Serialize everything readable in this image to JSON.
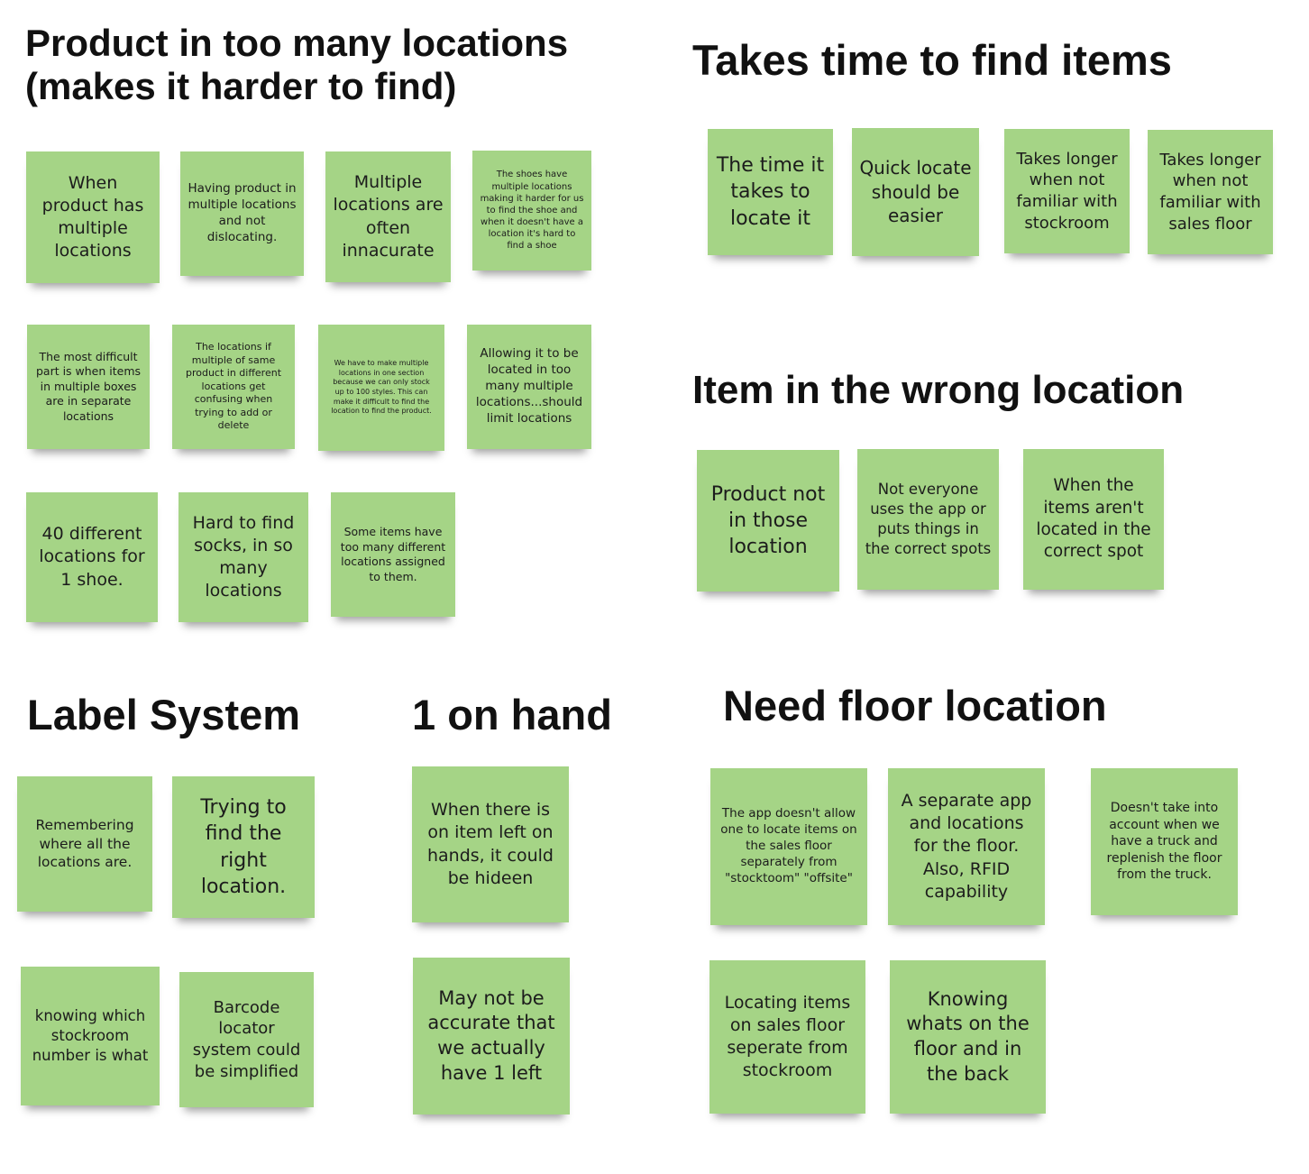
{
  "groups": [
    {
      "title": "Product in too many locations\n(makes it harder to find)",
      "notes": [
        "When product has multiple locations",
        "Having product in multiple locations and not dislocating.",
        "Multiple locations are often innacurate",
        "The shoes have multiple locations making it harder for us to find the shoe and when it doesn't have a location it's hard to find a shoe",
        "The most difficult part is when items in multiple boxes are in separate locations",
        "The locations if multiple of same product in different locations get confusing when trying to add or delete",
        "We have to make multiple locations in one section because we can only stock up to 100 styles. This can make it difficult to find the location to find the product.",
        "Allowing it to be located in too many multiple locations...should limit locations",
        "40 different locations for 1 shoe.",
        "Hard to find socks, in so many locations",
        "Some items have too many different locations assigned to them."
      ]
    },
    {
      "title": "Takes time to find items",
      "notes": [
        "The time it takes to locate it",
        "Quick locate should be easier",
        "Takes longer when not familiar with stockroom",
        "Takes longer when not familiar with sales floor"
      ]
    },
    {
      "title": "Item in the wrong location",
      "notes": [
        "Product not in those location",
        "Not everyone uses the app or puts things in the correct spots",
        "When the items aren't located in the correct spot"
      ]
    },
    {
      "title": "Label System",
      "notes": [
        "Remembering where all the locations are.",
        "Trying to find the right location.",
        "knowing which stockroom number is what",
        "Barcode locator system could be simplified"
      ]
    },
    {
      "title": "1 on hand",
      "notes": [
        "When there is on item left on hands, it could be hideen",
        "May not be accurate that we actually have 1 left"
      ]
    },
    {
      "title": "Need floor location",
      "notes": [
        "The app doesn't allow one to locate items on the sales floor separately from \"stocktoom\" \"offsite\"",
        "A separate app and locations for the floor. Also, RFID capability",
        "Doesn't take into account when we have a truck and replenish the floor from the truck.",
        "Locating items on sales floor seperate from stockroom",
        "Knowing whats on the floor and in the back"
      ]
    }
  ],
  "colors": {
    "note": "#a5d486",
    "text": "#1c1c1c",
    "heading": "#111111"
  }
}
